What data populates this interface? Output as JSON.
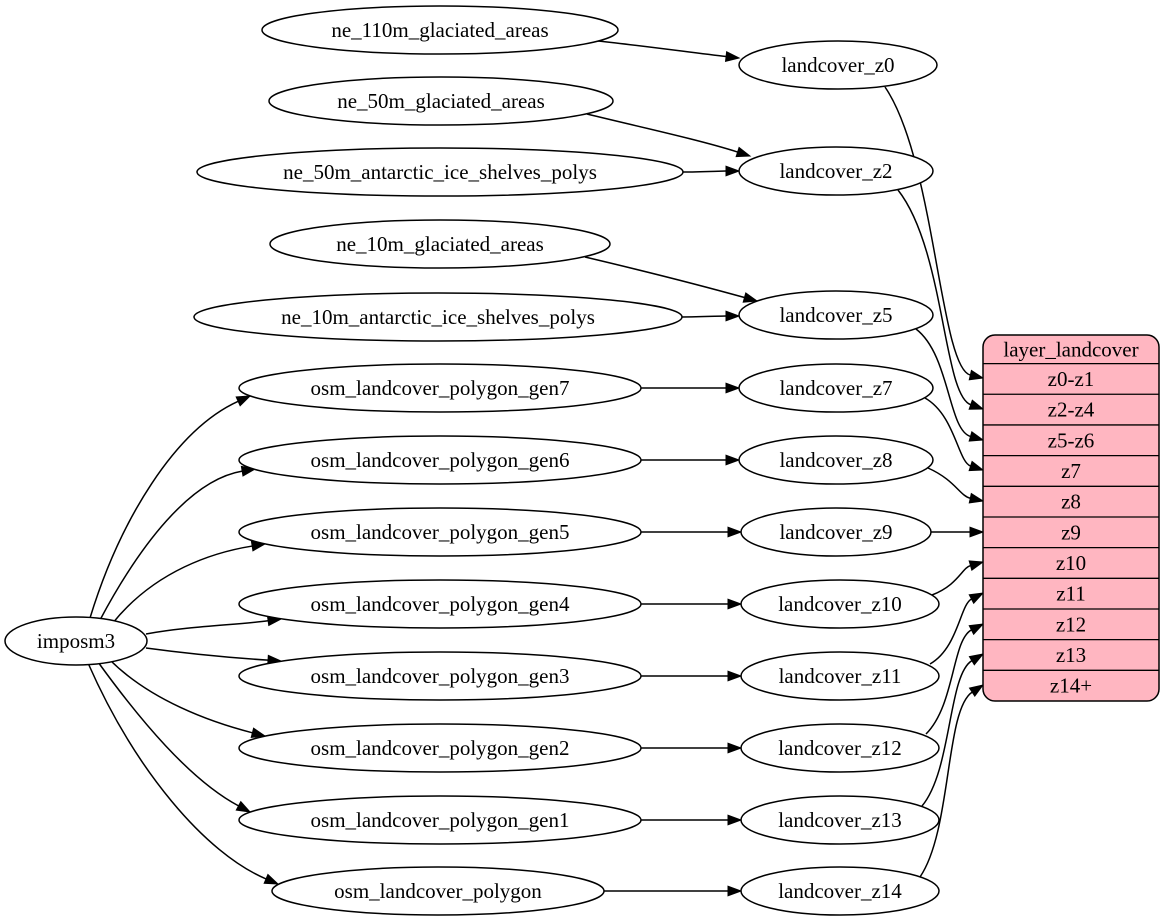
{
  "diagram": {
    "type": "graphviz-flow",
    "colors": {
      "background": "#ffffff",
      "node_fill": "#ffffff",
      "node_stroke": "#000000",
      "edge_stroke": "#000000",
      "record_fill": "#ffb6c1",
      "record_stroke": "#000000"
    },
    "nodes": [
      {
        "id": "ne_110m_glaciated_areas",
        "label": "ne_110m_glaciated_areas"
      },
      {
        "id": "ne_50m_glaciated_areas",
        "label": "ne_50m_glaciated_areas"
      },
      {
        "id": "ne_50m_antarctic_ice_shelves_polys",
        "label": "ne_50m_antarctic_ice_shelves_polys"
      },
      {
        "id": "ne_10m_glaciated_areas",
        "label": "ne_10m_glaciated_areas"
      },
      {
        "id": "ne_10m_antarctic_ice_shelves_polys",
        "label": "ne_10m_antarctic_ice_shelves_polys"
      },
      {
        "id": "osm_landcover_polygon_gen7",
        "label": "osm_landcover_polygon_gen7"
      },
      {
        "id": "osm_landcover_polygon_gen6",
        "label": "osm_landcover_polygon_gen6"
      },
      {
        "id": "osm_landcover_polygon_gen5",
        "label": "osm_landcover_polygon_gen5"
      },
      {
        "id": "osm_landcover_polygon_gen4",
        "label": "osm_landcover_polygon_gen4"
      },
      {
        "id": "osm_landcover_polygon_gen3",
        "label": "osm_landcover_polygon_gen3"
      },
      {
        "id": "osm_landcover_polygon_gen2",
        "label": "osm_landcover_polygon_gen2"
      },
      {
        "id": "osm_landcover_polygon_gen1",
        "label": "osm_landcover_polygon_gen1"
      },
      {
        "id": "osm_landcover_polygon",
        "label": "osm_landcover_polygon"
      },
      {
        "id": "imposm3",
        "label": "imposm3"
      },
      {
        "id": "landcover_z0",
        "label": "landcover_z0"
      },
      {
        "id": "landcover_z2",
        "label": "landcover_z2"
      },
      {
        "id": "landcover_z5",
        "label": "landcover_z5"
      },
      {
        "id": "landcover_z7",
        "label": "landcover_z7"
      },
      {
        "id": "landcover_z8",
        "label": "landcover_z8"
      },
      {
        "id": "landcover_z9",
        "label": "landcover_z9"
      },
      {
        "id": "landcover_z10",
        "label": "landcover_z10"
      },
      {
        "id": "landcover_z11",
        "label": "landcover_z11"
      },
      {
        "id": "landcover_z12",
        "label": "landcover_z12"
      },
      {
        "id": "landcover_z13",
        "label": "landcover_z13"
      },
      {
        "id": "landcover_z14",
        "label": "landcover_z14"
      }
    ],
    "record": {
      "id": "layer_landcover",
      "title": "layer_landcover",
      "rows": [
        "z0-z1",
        "z2-z4",
        "z5-z6",
        "z7",
        "z8",
        "z9",
        "z10",
        "z11",
        "z12",
        "z13",
        "z14+"
      ]
    },
    "edges": [
      {
        "from": "ne_110m_glaciated_areas",
        "to": "landcover_z0"
      },
      {
        "from": "ne_50m_glaciated_areas",
        "to": "landcover_z2"
      },
      {
        "from": "ne_50m_antarctic_ice_shelves_polys",
        "to": "landcover_z2"
      },
      {
        "from": "ne_10m_glaciated_areas",
        "to": "landcover_z5"
      },
      {
        "from": "ne_10m_antarctic_ice_shelves_polys",
        "to": "landcover_z5"
      },
      {
        "from": "imposm3",
        "to": "osm_landcover_polygon_gen7"
      },
      {
        "from": "imposm3",
        "to": "osm_landcover_polygon_gen6"
      },
      {
        "from": "imposm3",
        "to": "osm_landcover_polygon_gen5"
      },
      {
        "from": "imposm3",
        "to": "osm_landcover_polygon_gen4"
      },
      {
        "from": "imposm3",
        "to": "osm_landcover_polygon_gen3"
      },
      {
        "from": "imposm3",
        "to": "osm_landcover_polygon_gen2"
      },
      {
        "from": "imposm3",
        "to": "osm_landcover_polygon_gen1"
      },
      {
        "from": "imposm3",
        "to": "osm_landcover_polygon"
      },
      {
        "from": "osm_landcover_polygon_gen7",
        "to": "landcover_z7"
      },
      {
        "from": "osm_landcover_polygon_gen6",
        "to": "landcover_z8"
      },
      {
        "from": "osm_landcover_polygon_gen5",
        "to": "landcover_z9"
      },
      {
        "from": "osm_landcover_polygon_gen4",
        "to": "landcover_z10"
      },
      {
        "from": "osm_landcover_polygon_gen3",
        "to": "landcover_z11"
      },
      {
        "from": "osm_landcover_polygon_gen2",
        "to": "landcover_z12"
      },
      {
        "from": "osm_landcover_polygon_gen1",
        "to": "landcover_z13"
      },
      {
        "from": "osm_landcover_polygon",
        "to": "landcover_z14"
      },
      {
        "from": "landcover_z0",
        "to": "layer_landcover",
        "port": "z0-z1"
      },
      {
        "from": "landcover_z2",
        "to": "layer_landcover",
        "port": "z2-z4"
      },
      {
        "from": "landcover_z5",
        "to": "layer_landcover",
        "port": "z5-z6"
      },
      {
        "from": "landcover_z7",
        "to": "layer_landcover",
        "port": "z7"
      },
      {
        "from": "landcover_z8",
        "to": "layer_landcover",
        "port": "z8"
      },
      {
        "from": "landcover_z9",
        "to": "layer_landcover",
        "port": "z9"
      },
      {
        "from": "landcover_z10",
        "to": "layer_landcover",
        "port": "z10"
      },
      {
        "from": "landcover_z11",
        "to": "layer_landcover",
        "port": "z11"
      },
      {
        "from": "landcover_z12",
        "to": "layer_landcover",
        "port": "z12"
      },
      {
        "from": "landcover_z13",
        "to": "layer_landcover",
        "port": "z13"
      },
      {
        "from": "landcover_z14",
        "to": "layer_landcover",
        "port": "z14+"
      }
    ]
  }
}
